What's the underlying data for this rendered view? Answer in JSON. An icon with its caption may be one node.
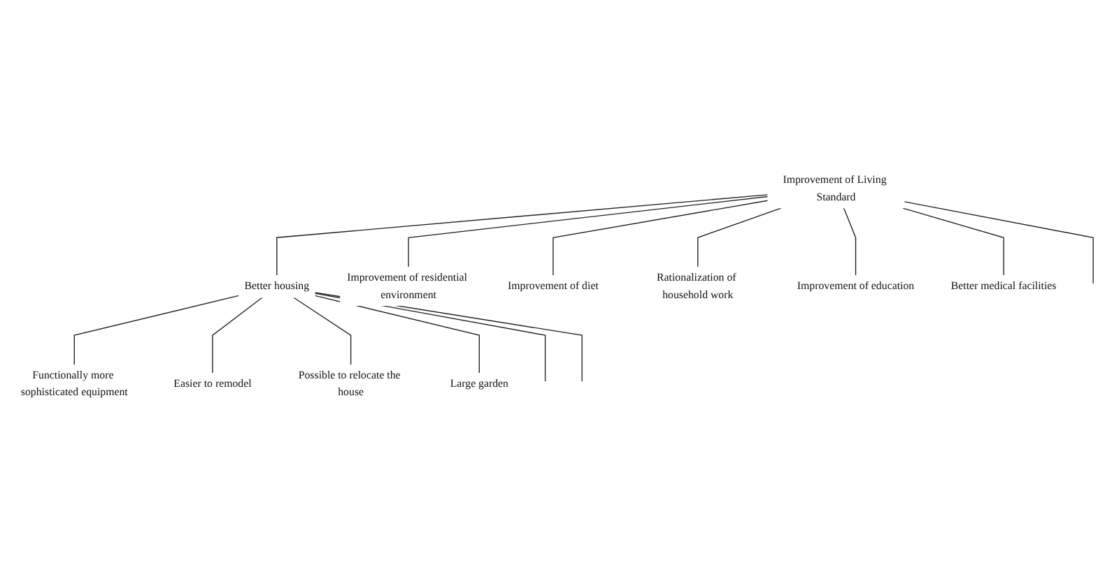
{
  "diagram": {
    "nodes": [
      {
        "text": [
          "Improvement of Living Standard"
        ]
      },
      {
        "text": [
          "Better housing"
        ]
      },
      {
        "text": [
          "Functionally more sophisticated equipment"
        ]
      },
      {
        "text": [
          "Easier to remodel"
        ]
      },
      {
        "text": [
          "Possible to relocate the house"
        ]
      },
      {
        "text": [
          "Large garden"
        ]
      },
      {
        "text": [
          "Improvement of residential environment"
        ]
      },
      {
        "text": [
          "Improvement of diet"
        ]
      },
      {
        "text": [
          "Rationalization of household work"
        ]
      },
      {
        "text": [
          "Improvement of education"
        ]
      },
      {
        "text": [
          "Better medical facilities"
        ]
      }
    ],
    "edges": [
      {
        "from": 0,
        "to": 1,
        "arrow": "none"
      },
      {
        "from": 1,
        "to": 2,
        "arrow": "none"
      },
      {
        "from": 1,
        "to": 3,
        "arrow": "none"
      },
      {
        "from": 1,
        "to": 4,
        "arrow": "none"
      },
      {
        "from": 1,
        "to": 5,
        "arrow": "none"
      },
      {
        "from": 1,
        "to": null,
        "arrow": "none"
      },
      {
        "from": 1,
        "to": null,
        "arrow": "none"
      },
      {
        "from": 0,
        "to": 6,
        "arrow": "none"
      },
      {
        "from": 0,
        "to": 7,
        "arrow": "none"
      },
      {
        "from": 0,
        "to": 8,
        "arrow": "none"
      },
      {
        "from": 0,
        "to": 9,
        "arrow": "none"
      },
      {
        "from": 0,
        "to": 10,
        "arrow": "none"
      },
      {
        "from": 0,
        "to": null,
        "arrow": "none"
      }
    ]
  }
}
